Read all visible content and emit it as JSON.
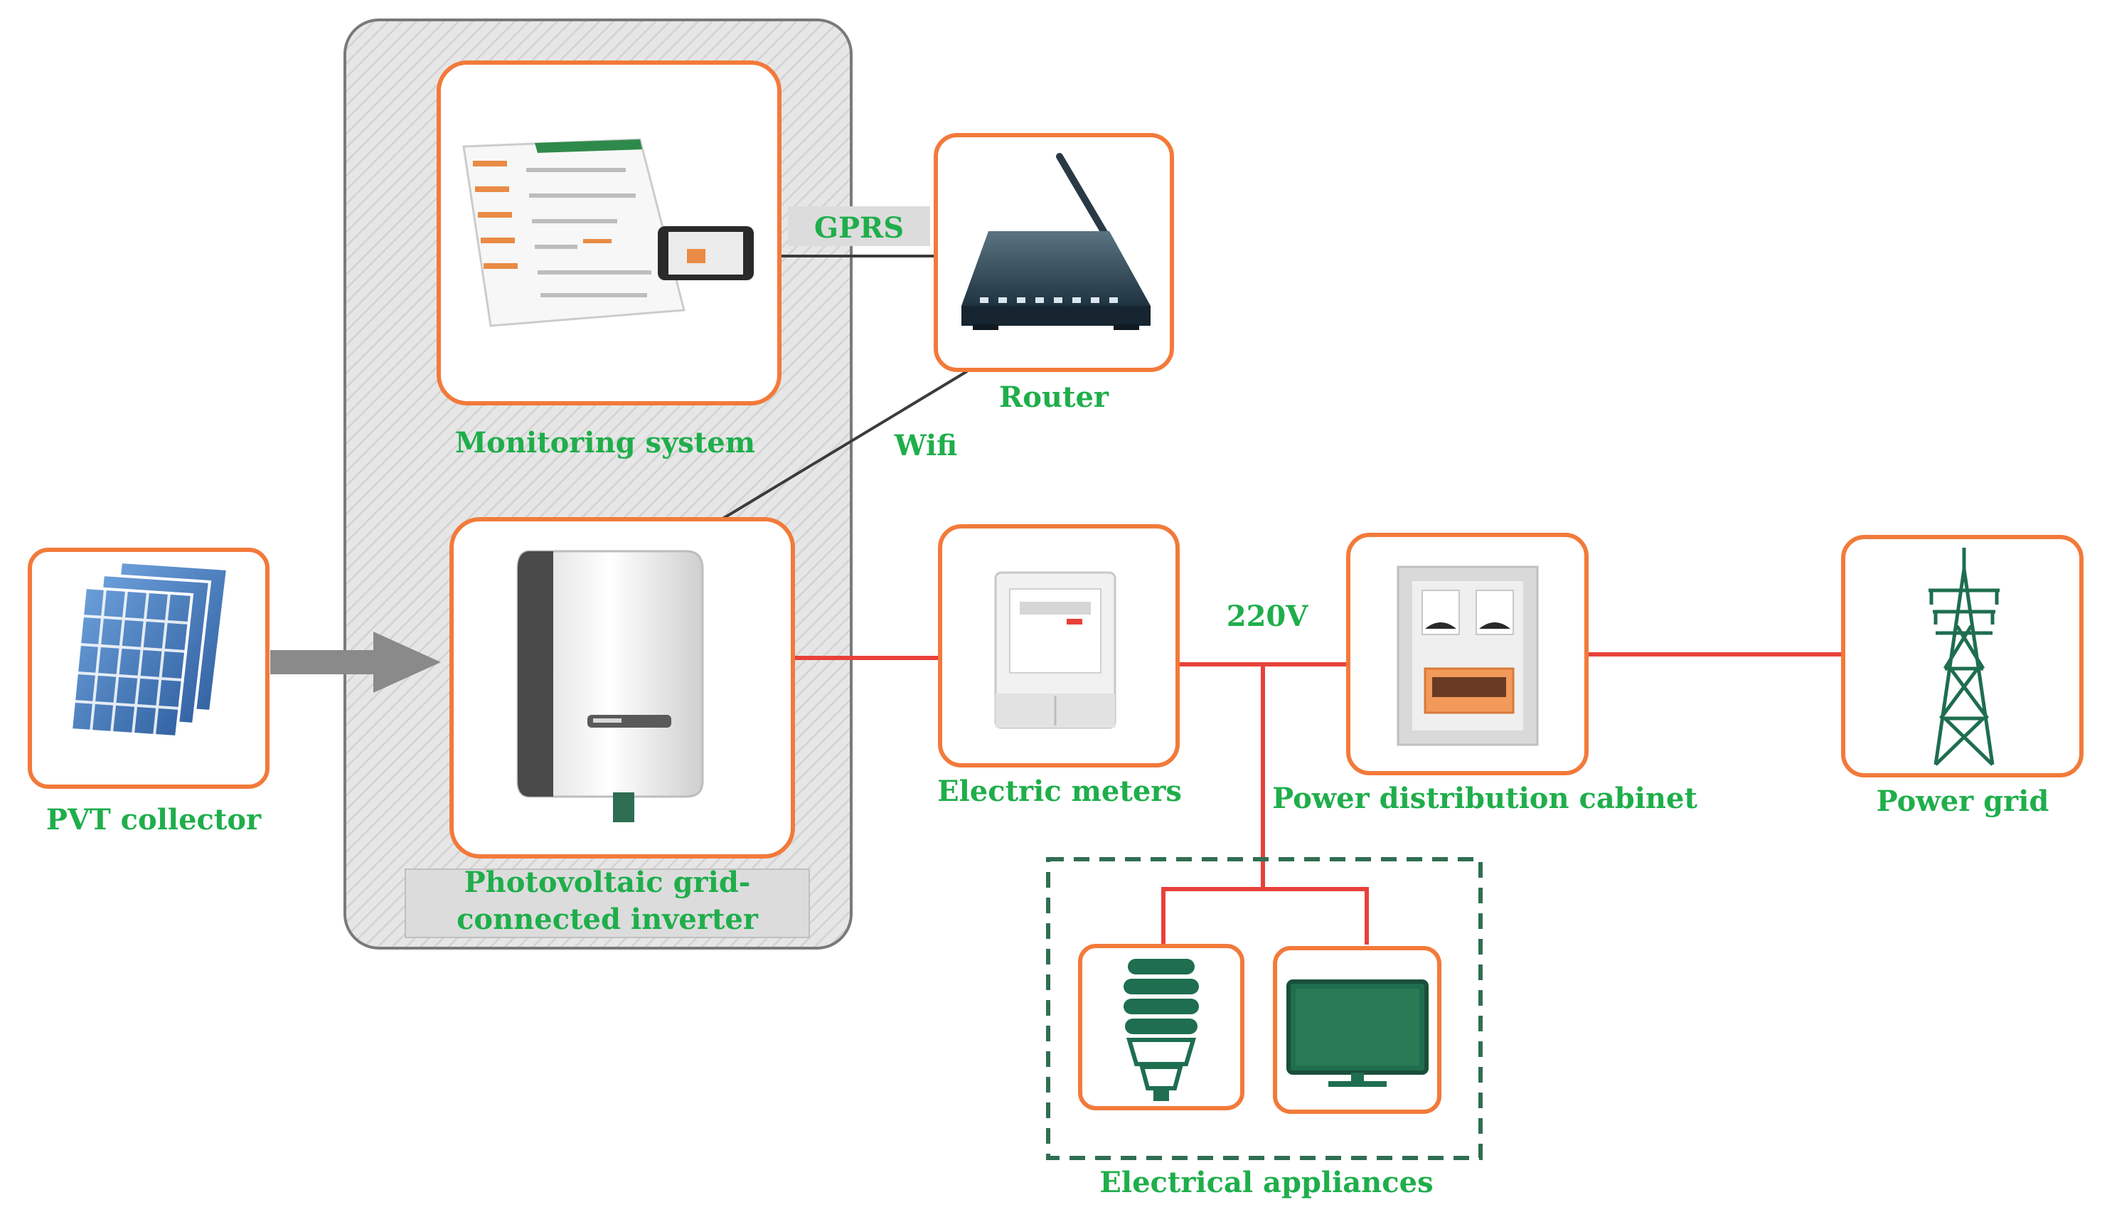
{
  "labels": {
    "monitoring": "Monitoring system",
    "gprs": "GPRS",
    "router": "Router",
    "wifi": "Wifi",
    "pvt": "PVT collector",
    "inverter_line1": "Photovoltaic grid-",
    "inverter_line2": "connected inverter",
    "meters": "Electric meters",
    "voltage": "220V",
    "cabinet": "Power distribution cabinet",
    "grid": "Power grid",
    "appliances": "Electrical appliances"
  },
  "colors": {
    "box_border": "#f27a3a",
    "label_green": "#1fae4b",
    "power_line": "#e8413a",
    "device_green": "#1e6e4f",
    "group_background": "#e6e6e6"
  },
  "icons": {
    "pvt": "solar-panel-icon",
    "monitoring": "monitoring-screen-icon",
    "router": "router-icon",
    "inverter": "inverter-icon",
    "meters": "electric-meter-icon",
    "cabinet": "distribution-cabinet-icon",
    "grid": "transmission-tower-icon",
    "bulb": "light-bulb-icon",
    "tv": "television-icon"
  }
}
